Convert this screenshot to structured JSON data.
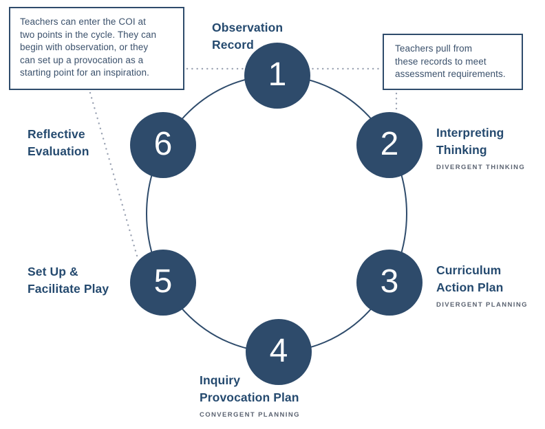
{
  "diagram": {
    "name": "cycle-of-inquiry",
    "colors": {
      "navy": "#2e4b6b",
      "heading_text": "#254a6f",
      "subtitle_text": "#5a6270",
      "callout_text": "#3a506b",
      "dotted_connector": "#9aa2b2",
      "number_text": "#ffffff",
      "background": "#ffffff"
    },
    "callouts": {
      "entry_note": "Teachers can enter the COI at\ntwo points in the cycle. They can\nbegin with observation, or they\ncan set up a provocation as a\nstarting point for an inspiration.",
      "records_note": "Teachers pull from\nthese records to meet\nassessment requirements."
    },
    "steps": [
      {
        "number": "1",
        "title": "Observation\nRecord",
        "subtitle": ""
      },
      {
        "number": "2",
        "title": "Interpreting\nThinking",
        "subtitle": "DIVERGENT THINKING"
      },
      {
        "number": "3",
        "title": "Curriculum\nAction Plan",
        "subtitle": "DIVERGENT PLANNING"
      },
      {
        "number": "4",
        "title": "Inquiry\nProvocation Plan",
        "subtitle": "CONVERGENT PLANNING"
      },
      {
        "number": "5",
        "title": "Set Up &\nFacilitate Play",
        "subtitle": ""
      },
      {
        "number": "6",
        "title": "Reflective\nEvaluation",
        "subtitle": ""
      }
    ]
  }
}
